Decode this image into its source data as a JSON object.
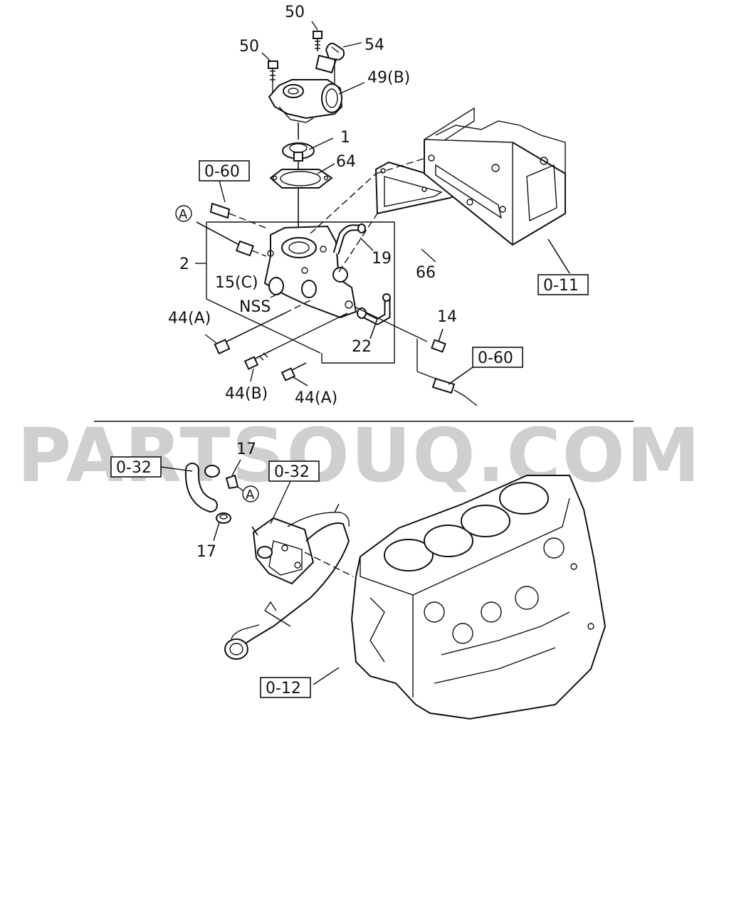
{
  "watermark": "PARTSOUQ.COM",
  "callouts": {
    "c50a": "50",
    "c50b": "50",
    "c54": "54",
    "c49b": "49(B)",
    "c1": "1",
    "c64": "64",
    "cA1": "A",
    "c19": "19",
    "c2": "2",
    "c15c": "15(C)",
    "c66": "66",
    "cNSS": "NSS",
    "c44a1": "44(A)",
    "c14": "14",
    "c22": "22",
    "c44b": "44(B)",
    "c44a2": "44(A)",
    "c17a": "17",
    "cA2": "A",
    "c17b": "17"
  },
  "references": {
    "r060a": "0-60",
    "r011": "0-11",
    "r060b": "0-60",
    "r032a": "0-32",
    "r032b": "0-32",
    "r012": "0-12"
  }
}
